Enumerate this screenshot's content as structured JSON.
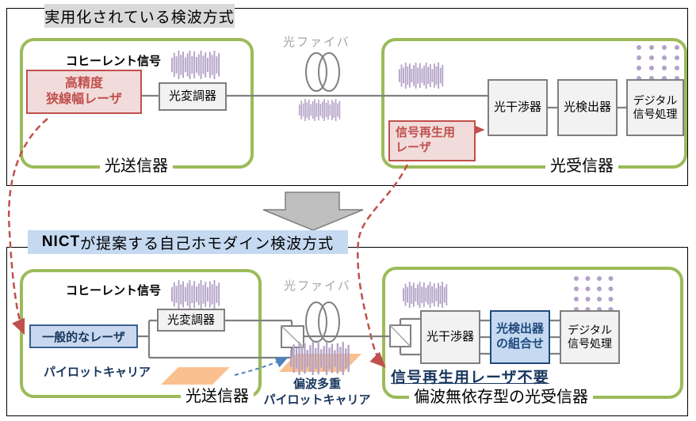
{
  "colors": {
    "green_border": "#9BBB59",
    "red_accent": "#C0504D",
    "red_fill": "#F2DCDB",
    "dark_blue": "#17365D",
    "blue_border": "#376092",
    "blue_fill": "#C9D8EE",
    "purple": "#B3A2C7",
    "orange": "#FAC090",
    "gray_title_bg": "#D9D9D9",
    "blue_title_bg": "#C5D9F1",
    "gray_line": "#808080"
  },
  "top": {
    "title": "実用化されている検波方式",
    "transmitter": {
      "label": "光送信器",
      "coherent": "コヒーレント信号",
      "laser_line1": "高精度",
      "laser_line2": "狭線幅レーザ",
      "modulator": "光変調器"
    },
    "fiber": "光ファイバ",
    "receiver": {
      "label": "光受信器",
      "regen_line1": "信号再生用",
      "regen_line2": "レーザ",
      "interferometer": "光干渉器",
      "detector": "光検出器",
      "dsp_line1": "デジタル",
      "dsp_line2": "信号処理"
    }
  },
  "bottom": {
    "title_nict": "NICT",
    "title_rest": "が提案する自己ホモダイン検波方式",
    "transmitter": {
      "label": "光送信器",
      "coherent": "コヒーレント信号",
      "laser": "一般的なレーザ",
      "modulator": "光変調器",
      "pilot": "パイロットキャリア"
    },
    "fiber": "光ファイバ",
    "polmux_line1": "偏波多重",
    "polmux_line2": "パイロットキャリア",
    "receiver": {
      "label": "偏波無依存型の光受信器",
      "interferometer": "光干渉器",
      "detector_line1": "光検出器",
      "detector_line2": "の組合せ",
      "dsp_line1": "デジタル",
      "dsp_line2": "信号処理",
      "no_regen": "信号再生用レーザ不要"
    }
  }
}
